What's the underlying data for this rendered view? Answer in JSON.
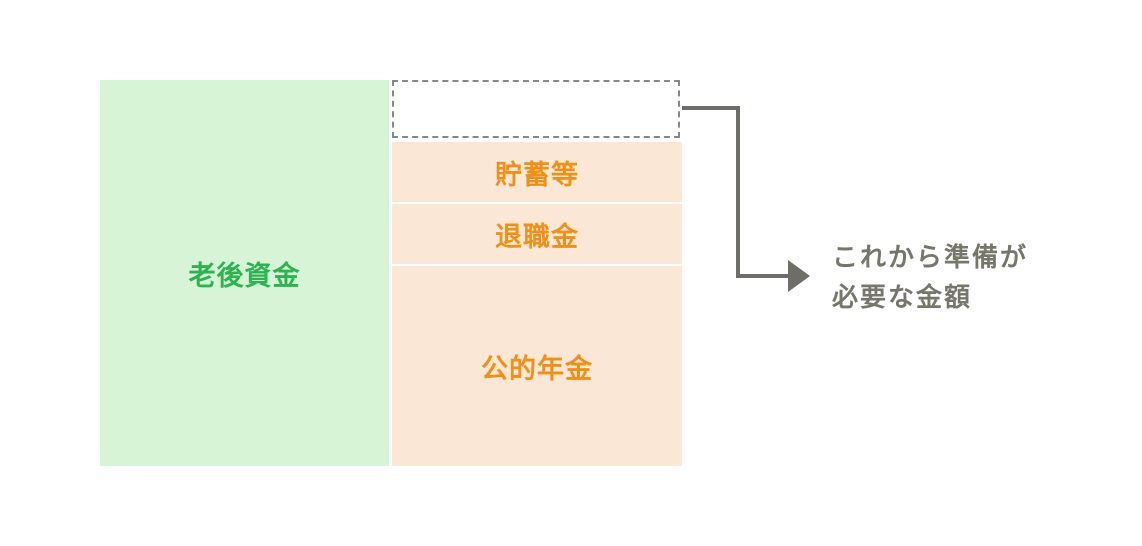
{
  "left_block": {
    "label": "老後資金"
  },
  "right_stack": {
    "savings": "貯蓄等",
    "severance": "退職金",
    "pension": "公的年金"
  },
  "callout": {
    "line1": "これから準備が",
    "line2": "必要な金額"
  },
  "colors": {
    "green_fill": "#d7f4d6",
    "green_text": "#2db350",
    "orange_fill": "#fbe7d5",
    "orange_text": "#ee9118",
    "connector": "#6e6e66",
    "callout_text": "#76766b"
  }
}
